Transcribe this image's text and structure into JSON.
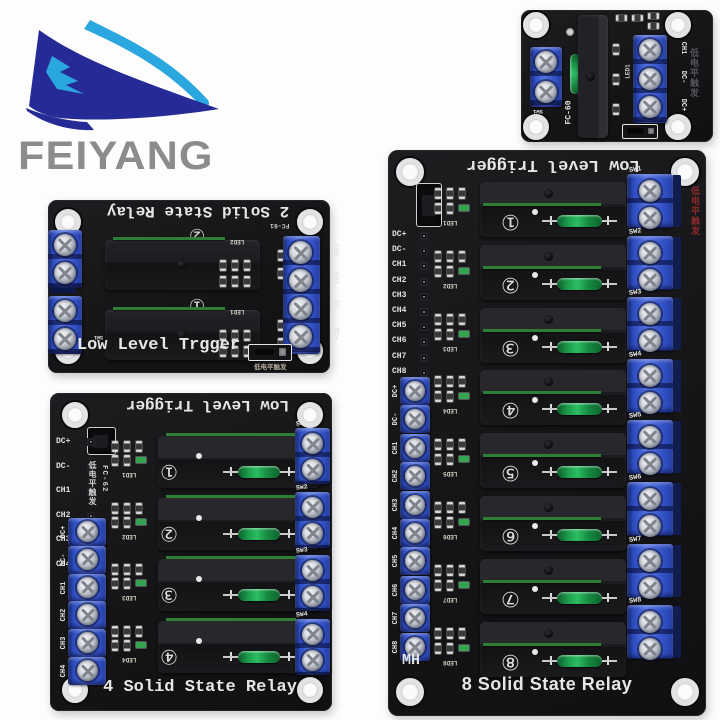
{
  "page": {
    "background": "#fdfdfd"
  },
  "logo": {
    "brand": "FEIYANG",
    "flag_dark": "#262a96",
    "flag_light": "#2ba7e0",
    "text_color": "#8c8c8c"
  },
  "boards": {
    "one_ch": {
      "model": "FC-60",
      "right_labels": [
        "CH1",
        "DC-",
        "DC+"
      ],
      "cn_label": "低电平触发",
      "sw_label": "SW1",
      "led_label": "LED1"
    },
    "two_ch": {
      "title_top": "2 Solid State Relay",
      "title_bottom": "Low Level Trgger",
      "model": "FC-61",
      "cn_label": "低电平触发",
      "sw_label": "SW1",
      "relay_numbers": [
        "②",
        "①"
      ],
      "led_labels": [
        "LED2",
        "LED1"
      ],
      "right_labels": [
        "CH2",
        "CH1",
        "DC-",
        "DC+"
      ]
    },
    "four_ch": {
      "title_top": "Low Level Trigger",
      "title_bottom": "4 Solid State Relay",
      "model": "FC-62",
      "cn_label": "低电平触发",
      "pin_labels": [
        "DC+",
        "DC-",
        "CH1",
        "CH2",
        "CH3",
        "CH4"
      ],
      "terminal_labels": [
        "DC+",
        "DC-",
        "CH1",
        "CH2",
        "CH3",
        "CH4"
      ],
      "sw_labels": [
        "SW1",
        "SW2",
        "SW3",
        "SW4"
      ],
      "relay_numbers": [
        "①",
        "②",
        "③",
        "④"
      ],
      "led_labels": [
        "LED1",
        "LED2",
        "LED3",
        "LED4"
      ]
    },
    "eight_ch": {
      "title_top": "Low Level Trigger",
      "title_bottom": "8 Solid State Relay",
      "maker_mark": "MH",
      "cn_label": "低电平触发",
      "pin_labels": [
        "DC+",
        "DC-",
        "CH1",
        "CH2",
        "CH3",
        "CH4",
        "CH5",
        "CH6",
        "CH7",
        "CH8"
      ],
      "terminal_labels": [
        "DC+",
        "DC-",
        "CH1",
        "CH2",
        "CH3",
        "CH4",
        "CH5",
        "CH6",
        "CH7",
        "CH8"
      ],
      "sw_labels": [
        "SW1",
        "SW2",
        "SW3",
        "SW4",
        "SW5",
        "SW6",
        "SW7",
        "SW8"
      ],
      "relay_numbers": [
        "①",
        "②",
        "③",
        "④",
        "⑤",
        "⑥",
        "⑦",
        "⑧"
      ],
      "led_labels": [
        "LED1",
        "LED2",
        "LED3",
        "LED4",
        "LED5",
        "LED6",
        "LED7",
        "LED8"
      ]
    }
  }
}
